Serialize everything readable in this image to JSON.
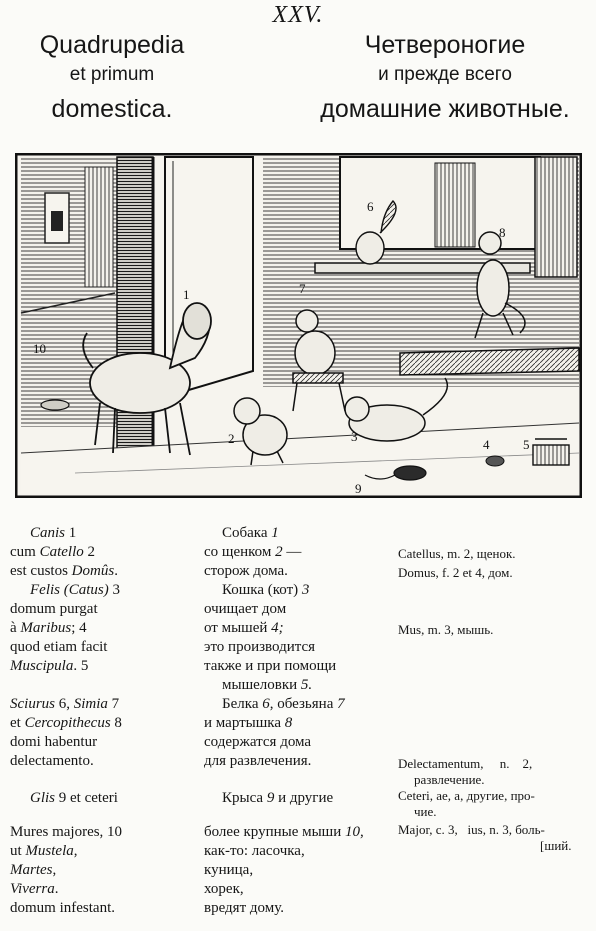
{
  "section_number": "XXV.",
  "latin_heading": {
    "line1": "Quadrupedia",
    "line2": "et primum",
    "line3": "domestica."
  },
  "russian_heading": {
    "line1": "Четвероногие",
    "line2": "и прежде всего",
    "line3": "домашние животные."
  },
  "figure_labels": [
    "1",
    "2",
    "3",
    "4",
    "5",
    "6",
    "7",
    "8",
    "9",
    "10"
  ],
  "latin_text": {
    "l1": {
      "a": "Canis",
      "b": " 1"
    },
    "l2": {
      "a": "cum ",
      "b": "Catello",
      "c": " 2"
    },
    "l3": {
      "a": "est custos ",
      "b": "Domûs",
      "c": "."
    },
    "l4": {
      "a": "Felis (Catus)",
      "b": " 3"
    },
    "l5": "domum purgat",
    "l6": {
      "a": "à ",
      "b": "Maribus",
      "c": "; 4"
    },
    "l7": "quod etiam facit",
    "l8": {
      "a": "Muscipula",
      "b": ". 5"
    },
    "l9": {
      "a": "Sciurus",
      "b": " 6, ",
      "c": "Simia",
      "d": " 7"
    },
    "l10": {
      "a": "et ",
      "b": "Cercopithecus",
      "c": " 8"
    },
    "l11": "domi habentur",
    "l12": "delectamento.",
    "l13": {
      "a": "Glis",
      "b": " 9 et ceteri"
    },
    "l14": "Mures majores, 10",
    "l15": {
      "a": "ut ",
      "b": "Mustela",
      "c": ","
    },
    "l16": {
      "a": "Martes",
      "b": ","
    },
    "l17": {
      "a": "Viverra",
      "b": "."
    },
    "l18": "domum infestant."
  },
  "russian_text": {
    "l1": {
      "a": "Собака ",
      "b": "1"
    },
    "l2": {
      "a": "со щенком ",
      "b": "2",
      "c": " —"
    },
    "l3": "сторож дома.",
    "l4": {
      "a": "Кошка (кот) ",
      "b": "3"
    },
    "l5": "очищает дом",
    "l6": {
      "a": "от мышей ",
      "b": "4;"
    },
    "l7": "это производится",
    "l8": "также и при помощи",
    "l9": {
      "a": "мышеловки ",
      "b": "5."
    },
    "l10": {
      "a": "Белка ",
      "b": "6",
      "c": ", обезьяна ",
      "d": "7"
    },
    "l11": {
      "a": "и мартышка ",
      "b": "8"
    },
    "l12": "содержатся дома",
    "l13": "для развлечения.",
    "l14": {
      "a": "Крыса ",
      "b": "9",
      "c": " и другие"
    },
    "l15": {
      "a": "более крупные мыши ",
      "b": "10",
      "c": ","
    },
    "l16": "как-то: ласочка,",
    "l17": "куница,",
    "l18": "хорек,",
    "l19": "вредят дому."
  },
  "glossary": {
    "catellus": "Catellus, m. 2, щенок.",
    "domus": "Domus, f. 2 et 4, дом.",
    "mus": "Mus, m. 3, мышь.",
    "delectamentum_a": "Delectamentum,     n.    2,",
    "delectamentum_b": "развлечение.",
    "ceteri_a": "Ceteri, ae, a, другие, про-",
    "ceteri_b": "чие.",
    "major_a": "Major, c. 3,   ius, n. 3, боль-",
    "major_b": "[ший."
  }
}
